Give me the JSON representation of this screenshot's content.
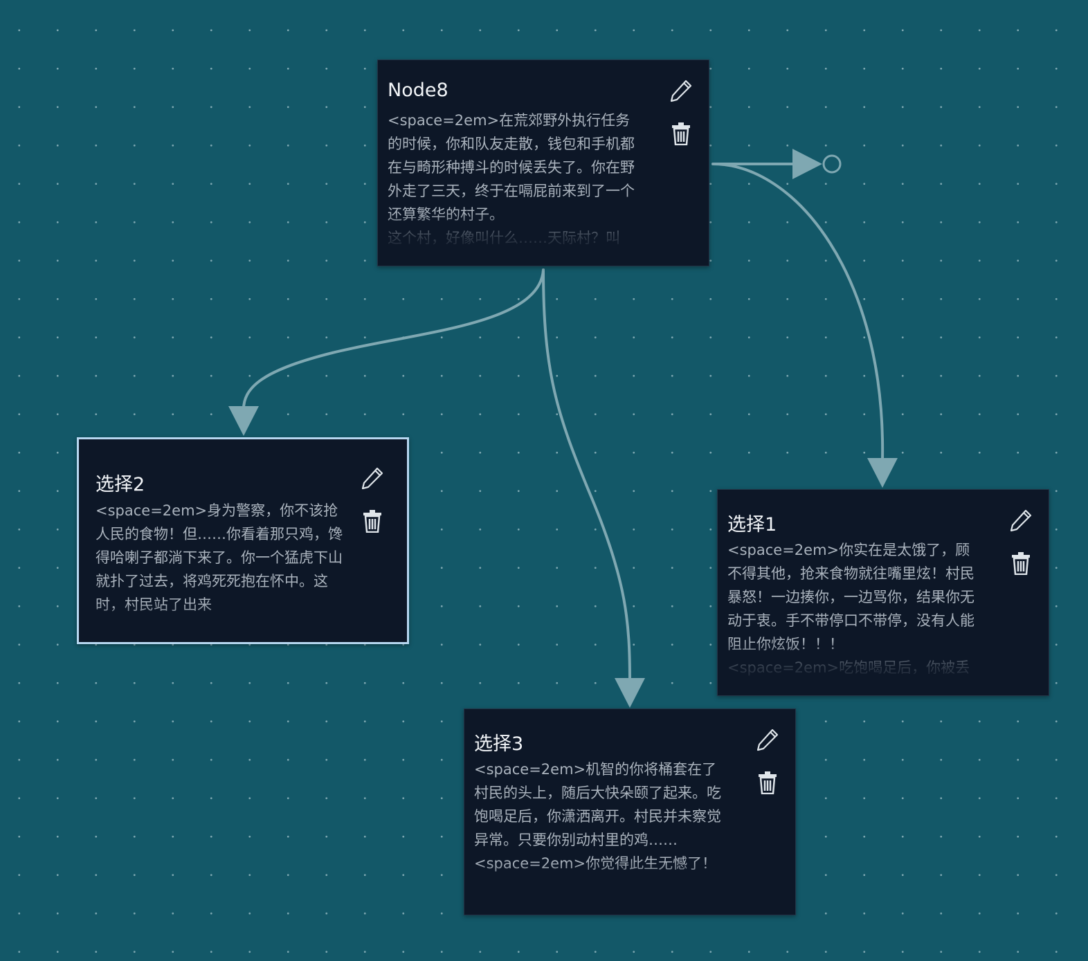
{
  "canvas": {
    "background_color": "#135868",
    "edge_color": "#7fa8b2"
  },
  "nodes": [
    {
      "id": "node8",
      "title": "Node8",
      "body": "<space=2em>在荒郊野外执行任务的时候，你和队友走散，钱包和手机都在与畸形种搏斗的时候丢失了。你在野外走了三天，终于在嗝屁前来到了一个还算繁华的村子。\n这个村，好像叫什么……天际村？叫",
      "selected": false,
      "edit_icon": "pencil-icon",
      "delete_icon": "trash-icon"
    },
    {
      "id": "choice2",
      "title": "选择2",
      "body": "<space=2em>身为警察，你不该抢人民的食物！但……你看着那只鸡，馋得哈喇子都淌下来了。你一个猛虎下山就扑了过去，将鸡死死抱在怀中。这时，村民站了出来",
      "selected": true,
      "edit_icon": "pencil-icon",
      "delete_icon": "trash-icon"
    },
    {
      "id": "choice1",
      "title": "选择1",
      "body": "<space=2em>你实在是太饿了，顾不得其他，抢来食物就往嘴里炫！村民暴怒！一边揍你，一边骂你，结果你无动于衷。手不带停口不带停，没有人能阻止你炫饭！！！\n<space=2em>吃饱喝足后，你被丢",
      "selected": false,
      "edit_icon": "pencil-icon",
      "delete_icon": "trash-icon"
    },
    {
      "id": "choice3",
      "title": "选择3",
      "body": "<space=2em>机智的你将桶套在了村民的头上，随后大快朵颐了起来。吃饱喝足后，你潇洒离开。村民并未察觉异常。只要你别动村里的鸡……\n<space=2em>你觉得此生无憾了！",
      "selected": false,
      "edit_icon": "pencil-icon",
      "delete_icon": "trash-icon"
    }
  ],
  "edges": [
    {
      "from": "node8",
      "to": "choice2"
    },
    {
      "from": "node8",
      "to": "choice3"
    },
    {
      "from": "node8",
      "to": "choice1"
    }
  ],
  "pending_connector": {
    "from": "node8",
    "icon": "open-circle-handle-icon"
  }
}
